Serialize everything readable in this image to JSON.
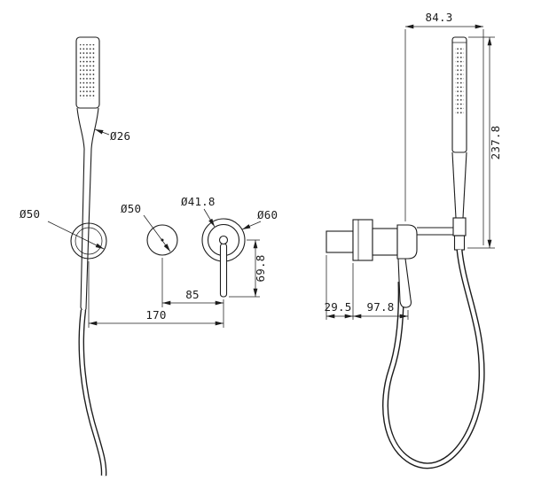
{
  "colors": {
    "line": "#1c1c1c",
    "background": "#ffffff"
  },
  "front_view": {
    "dim_handshower_diameter": "Ø26",
    "dim_bracket_diameter": "Ø50",
    "dim_trim_knob_diameter": "Ø50",
    "dim_trim_inner_diameter": "Ø41.8",
    "dim_trim_outer_diameter": "Ø60",
    "dim_lever_drop": "69.8",
    "dim_knob_to_mixer_spacing": "85",
    "dim_bracket_to_mixer_spacing": "170"
  },
  "side_view": {
    "dim_wall_to_handshower": "84.3",
    "dim_handshower_height": "237.8",
    "dim_rough_in_depth": "29.5",
    "dim_wall_to_lever": "97.8"
  }
}
